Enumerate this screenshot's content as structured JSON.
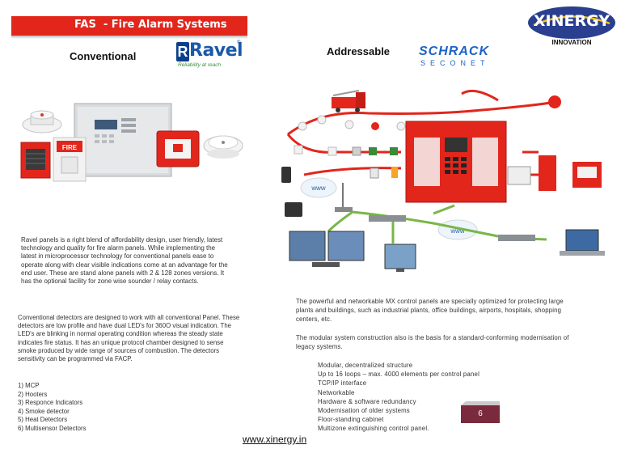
{
  "header": {
    "title": "FAS  - Fire Alarm Systems"
  },
  "headings": {
    "conventional": "Conventional",
    "addressable": "Addressable"
  },
  "logos": {
    "ravel": {
      "mark": "R",
      "name": "Ravel",
      "reg": "®",
      "tagline": "Reliability at reach"
    },
    "schrack": {
      "name": "SCHRACK",
      "sub": "SECONET"
    },
    "kinergy": {
      "name": "XINERGY",
      "tagline": "INNOVATION"
    }
  },
  "conventional": {
    "ravel_paragraph": "Ravel panels is a right blend of affordability design, user friendly, latest technology and quality for fire alarm panels. While implementing the latest in microprocessor technology for conventional panels ease to operate along with clear visible indications come at an advantage for the end user. These are stand alone panels with 2 & 128 zones versions. It has the optional facility for zone wise sounder / relay contacts.",
    "detectors_paragraph": "Conventional detectors are designed to work with all conventional Panel. These detectors are low profile and have dual LED's for 360O visual indication. The LED's are blinking in normal operating condition whereas the steady state indicates fire status. It has an unique protocol chamber designed to sense smoke produced by wide range of sources of combustion. The detectors sensitivity can be programmed via FACP.",
    "detector_list": [
      "1)  MCP",
      "2)  Hooters",
      "3)  Responce Indicators",
      "4)  Smoke detector",
      "5)  Heat Detectors",
      "6)  Multisensor Detectors"
    ],
    "photo_labels": {
      "fire_sign": "FIRE"
    }
  },
  "addressable": {
    "paragraph1": "The powerful and networkable MX control panels are specially optimized for protecting large plants and buildings, such as industrial plants, office buildings, airports, hospitals, shopping centers, etc.",
    "paragraph2": "The modular system construction also is the basis for a standard-conforming modernisation of legacy systems.",
    "features": [
      "Modular, decentralized structure",
      "Up to 16 loops – max. 4000 elements per control panel",
      "TCP/IP interface",
      "Networkable",
      "Hardware & software redundancy",
      "Modernisation of older systems",
      "Floor-standing cabinet",
      "Multizone extinguishing control panel."
    ],
    "diagram_labels": {
      "cloud1": "www",
      "cloud2": "www"
    }
  },
  "footer": {
    "page_number": "6",
    "url": "www.xinergy.in"
  },
  "colors": {
    "banner_red": "#e2261c",
    "page_tab": "#7a2a3c",
    "kinergy_blue": "#2a3f8f",
    "ravel_blue": "#1a5aa8",
    "schrack_blue": "#1d62c6",
    "network_green": "#7ab648"
  }
}
